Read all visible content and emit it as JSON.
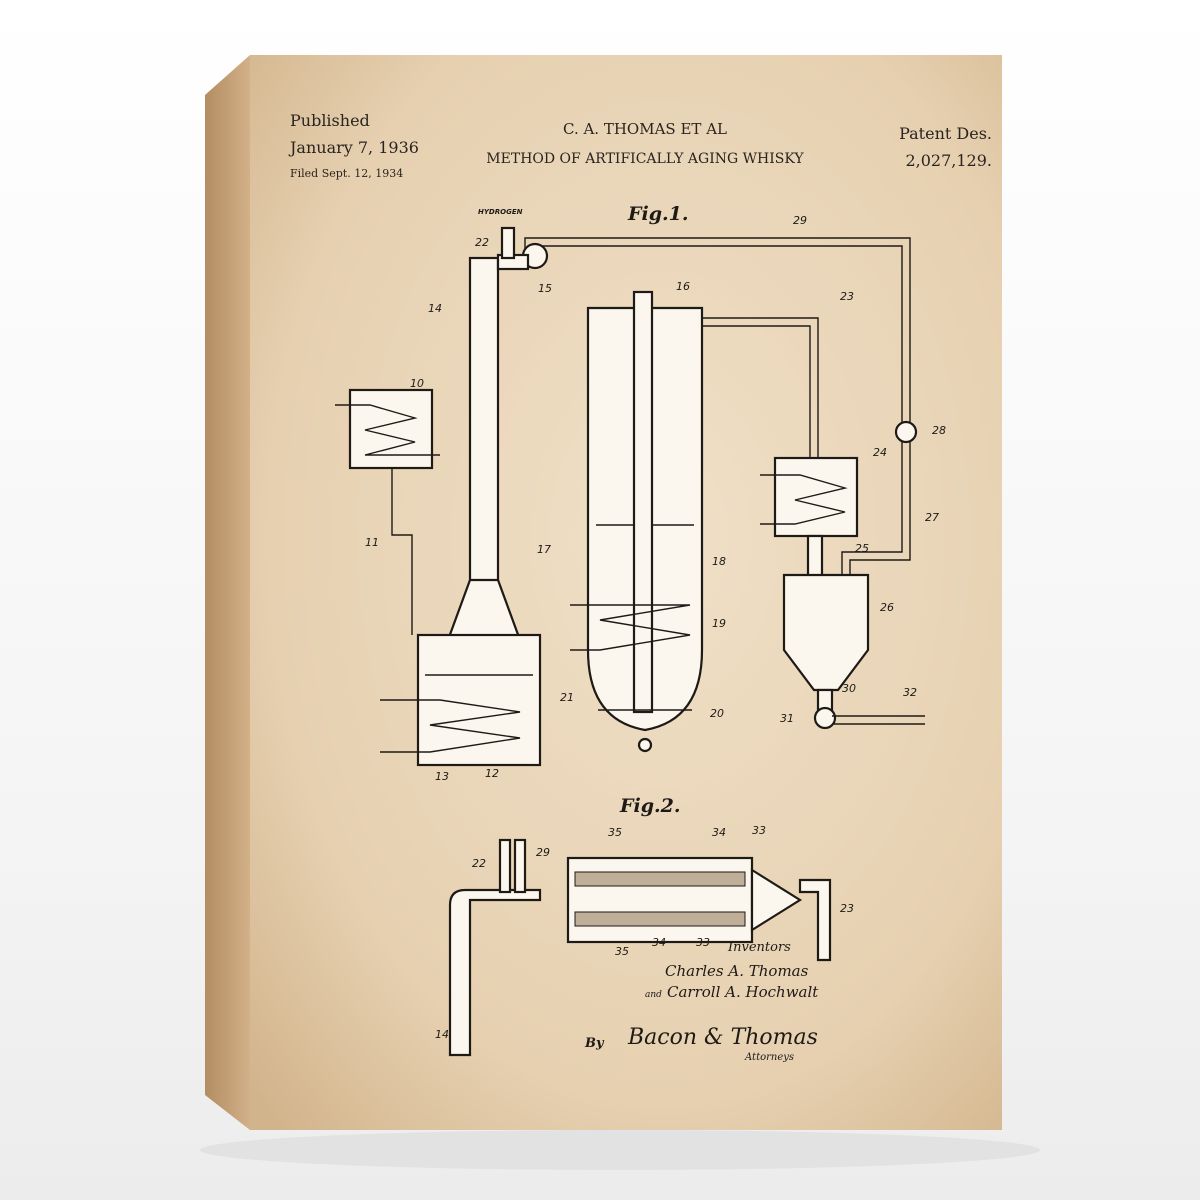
{
  "header": {
    "published_label": "Published",
    "published_date": "January 7, 1936",
    "filed": "Filed Sept. 12, 1934",
    "inventor_short": "C. A. THOMAS ET AL",
    "title": "METHOD OF ARTIFICALLY AGING WHISKY",
    "patent_label": "Patent Des.",
    "patent_number": "2,027,129."
  },
  "figures": {
    "fig1_label": "Fig.1.",
    "fig2_label": "Fig.2.",
    "hydrogen_label": "HYDROGEN"
  },
  "fig1_numbers": [
    "22",
    "14",
    "15",
    "16",
    "29",
    "23",
    "10",
    "11",
    "17",
    "18",
    "19",
    "21",
    "20",
    "13",
    "12",
    "28",
    "24",
    "27",
    "25",
    "26",
    "30",
    "31",
    "32"
  ],
  "fig2_numbers": [
    "22",
    "29",
    "35",
    "34",
    "33",
    "35",
    "34",
    "33",
    "23",
    "14"
  ],
  "inventors": {
    "heading": "Inventors",
    "name1": "Charles A. Thomas",
    "and": "and",
    "name2": "Carroll A. Hochwalt",
    "by": "By",
    "attorneys_label": "Attorneys"
  },
  "signature": "Bacon & Thomas",
  "colors": {
    "paper": "#e9d5b8",
    "ink": "#1e1a16",
    "side": "#c9a77d"
  }
}
